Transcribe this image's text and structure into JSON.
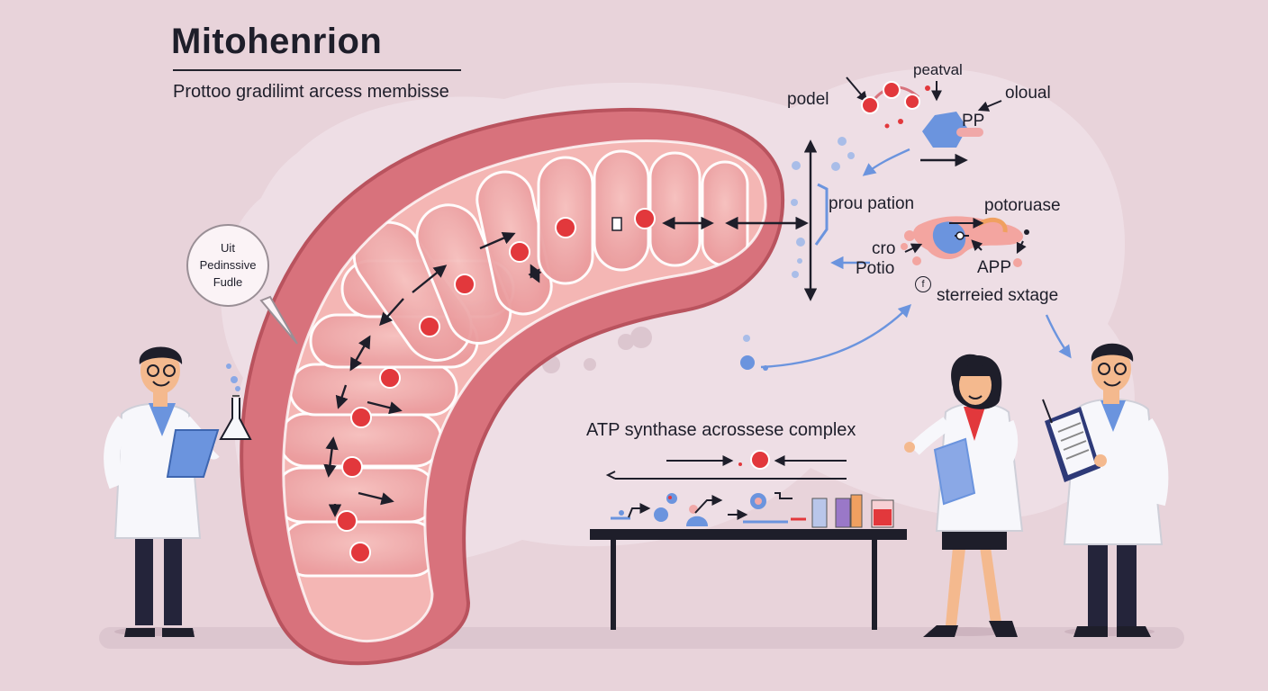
{
  "header": {
    "title": "Mitohenrion",
    "subtitle": "Prottoo gradilimt arcess membisse"
  },
  "speech_bubble": {
    "lines": [
      "Uit",
      "Pedinssive",
      "Fudle"
    ]
  },
  "right_panel": {
    "labels": {
      "podel": "podel",
      "peatval": "peatval",
      "oloual": "oloual",
      "pp": "PP",
      "prou_pation": "prou pation",
      "potoruase": "potoruase",
      "cro": "cro",
      "potio": "Potio",
      "app": "APP",
      "f_mark": "f",
      "sterreied_sxtage": "sterreied sxtage"
    }
  },
  "bench": {
    "label": "ATP synthase acrossese complex"
  },
  "colors": {
    "background": "#e8d3da",
    "cloud": "#f0e2e8",
    "mito_outer": "#d8727c",
    "mito_inner": "#f0a4a6",
    "proton_red": "#e2383c",
    "accent_blue": "#6b94de",
    "ink": "#1e1e2a"
  }
}
